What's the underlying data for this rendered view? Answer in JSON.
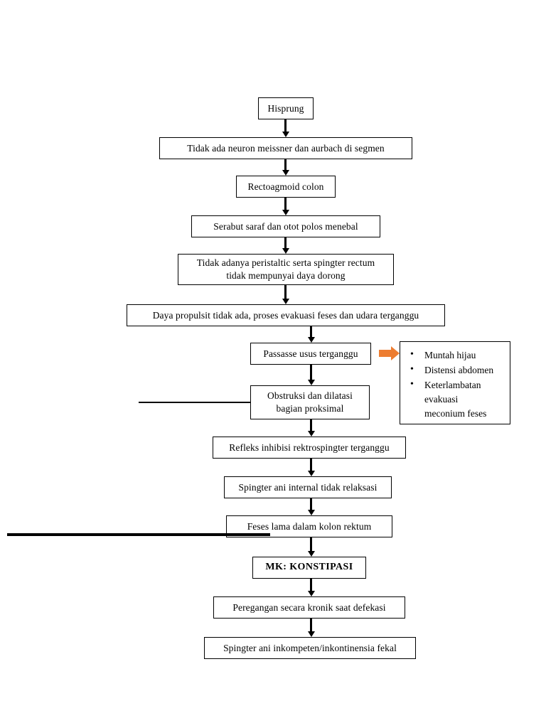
{
  "diagram": {
    "title": "Hisprung pathophysiology flowchart",
    "type": "flowchart",
    "orientation": "top-to-bottom",
    "colors": {
      "box_border": "#000000",
      "box_fill": "#ffffff",
      "connector": "#000000",
      "highlight_arrow": "#ED7D31",
      "text": "#000000"
    },
    "nodes": [
      {
        "id": "n1",
        "label": "Hisprung"
      },
      {
        "id": "n2",
        "label": "Tidak ada neuron meissner dan aurbach di segmen"
      },
      {
        "id": "n3",
        "label": "Rectoagmoid colon"
      },
      {
        "id": "n4",
        "label": "Serabut saraf dan otot polos menebal"
      },
      {
        "id": "n5",
        "label": "Tidak adanya peristaltic serta spingter rectum\ntidak mempunyai daya dorong"
      },
      {
        "id": "n6",
        "label": "Daya propulsit tidak ada, proses evakuasi feses dan udara terganggu"
      },
      {
        "id": "n7",
        "label": "Passasse usus terganggu"
      },
      {
        "id": "n8",
        "label": "Obstruksi dan dilatasi\nbagian proksimal"
      },
      {
        "id": "n9",
        "label": "Refleks inhibisi rektrospingter terganggu"
      },
      {
        "id": "n10",
        "label": "Spingter ani internal tidak relaksasi"
      },
      {
        "id": "n11",
        "label": "Feses lama dalam kolon rektum"
      },
      {
        "id": "n12",
        "label": "MK: KONSTIPASI",
        "emphasis": "bold"
      },
      {
        "id": "n13",
        "label": "Peregangan secara kronik saat defekasi"
      },
      {
        "id": "n14",
        "label": "Spingter ani inkompeten/inkontinensia fekal"
      }
    ],
    "side_box": {
      "id": "s1",
      "source_node": "n7",
      "arrow_color": "#ED7D31",
      "items": [
        "Muntah hijau",
        "Distensi abdomen",
        "Keterlambatan\nevakuasi\nmeconium feses"
      ]
    }
  }
}
